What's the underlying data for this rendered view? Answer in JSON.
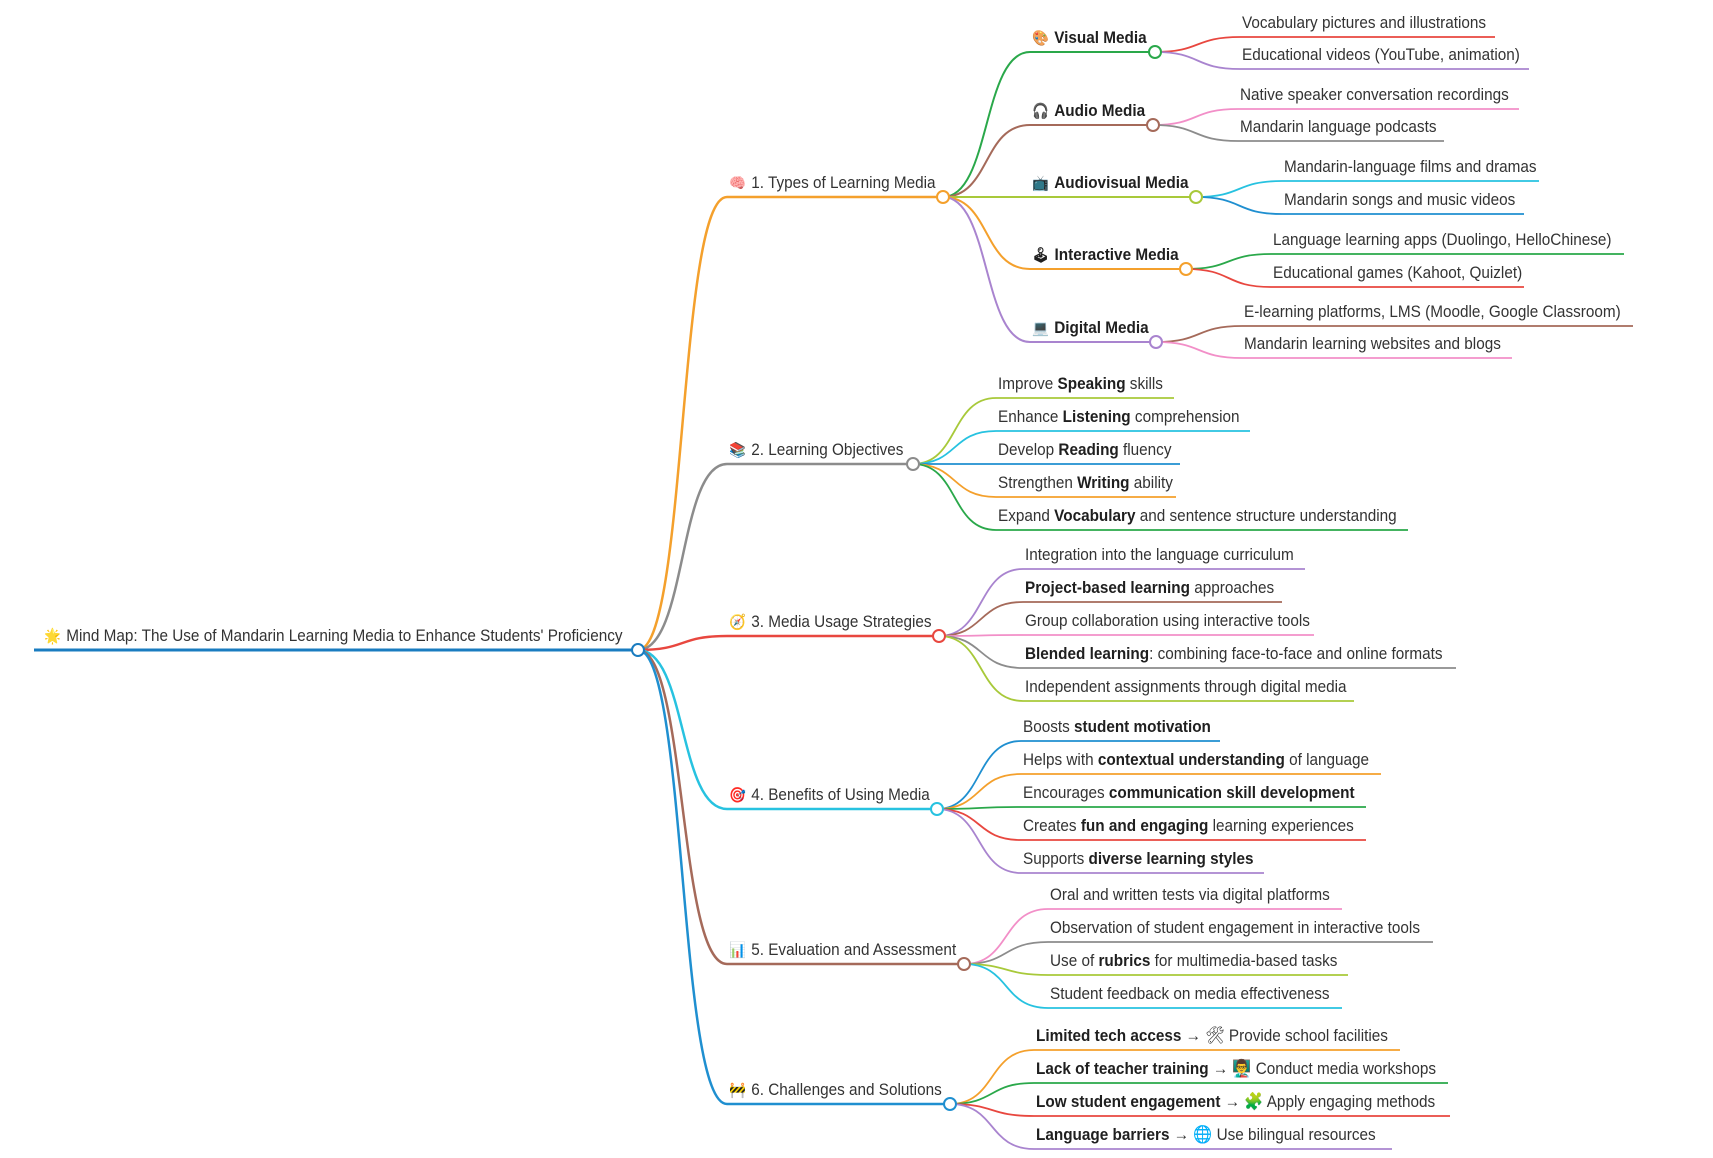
{
  "root": {
    "icon": "🌟",
    "label": "Mind Map: The Use of Mandarin Learning Media to Enhance Students' Proficiency"
  },
  "colors": {
    "root": "#1a7cc0",
    "types": "#f4a02c",
    "objectives": "#8c8c8c",
    "strategies": "#e8473f",
    "benefits": "#27c2e0",
    "evaluation": "#a56a5a",
    "challenges": "#1f8fd0",
    "green": "#2aa84a",
    "brown": "#a56a5a",
    "yellowgreen": "#a8c93a",
    "orange": "#f4a02c",
    "purple": "#a984cf",
    "pink": "#f28fc8",
    "red": "#e8473f",
    "cyan": "#27c2e0",
    "blue": "#1f8fd0",
    "gray": "#8c8c8c"
  },
  "branches": [
    {
      "icon": "🧠",
      "label": "1. Types of Learning Media",
      "children": [
        {
          "icon": "🎨",
          "label": "Visual Media",
          "items": [
            [
              {
                "t": "Vocabulary pictures and illustrations"
              }
            ],
            [
              {
                "t": "Educational videos (YouTube, animation)"
              }
            ]
          ]
        },
        {
          "icon": "🎧",
          "label": "Audio Media",
          "items": [
            [
              {
                "t": "Native speaker conversation recordings"
              }
            ],
            [
              {
                "t": "Mandarin language podcasts"
              }
            ]
          ]
        },
        {
          "icon": "📺",
          "label": "Audiovisual Media",
          "items": [
            [
              {
                "t": "Mandarin-language films and dramas"
              }
            ],
            [
              {
                "t": "Mandarin songs and music videos"
              }
            ]
          ]
        },
        {
          "icon": "🕹",
          "label": "Interactive Media",
          "items": [
            [
              {
                "t": "Language learning apps (Duolingo, HelloChinese)"
              }
            ],
            [
              {
                "t": "Educational games (Kahoot, Quizlet)"
              }
            ]
          ]
        },
        {
          "icon": "💻",
          "label": "Digital Media",
          "items": [
            [
              {
                "t": "E-learning platforms, LMS (Moodle, Google Classroom)"
              }
            ],
            [
              {
                "t": "Mandarin learning websites and blogs"
              }
            ]
          ]
        }
      ]
    },
    {
      "icon": "📚",
      "label": "2. Learning Objectives",
      "items": [
        [
          {
            "t": "Improve "
          },
          {
            "t": "Speaking",
            "b": true
          },
          {
            "t": " skills"
          }
        ],
        [
          {
            "t": "Enhance "
          },
          {
            "t": "Listening",
            "b": true
          },
          {
            "t": " comprehension"
          }
        ],
        [
          {
            "t": "Develop "
          },
          {
            "t": "Reading",
            "b": true
          },
          {
            "t": " fluency"
          }
        ],
        [
          {
            "t": "Strengthen "
          },
          {
            "t": "Writing",
            "b": true
          },
          {
            "t": " ability"
          }
        ],
        [
          {
            "t": "Expand "
          },
          {
            "t": "Vocabulary",
            "b": true
          },
          {
            "t": " and sentence structure understanding"
          }
        ]
      ]
    },
    {
      "icon": "🧭",
      "label": "3. Media Usage Strategies",
      "items": [
        [
          {
            "t": "Integration into the language curriculum"
          }
        ],
        [
          {
            "t": "Project-based learning",
            "b": true
          },
          {
            "t": " approaches"
          }
        ],
        [
          {
            "t": "Group collaboration using interactive tools"
          }
        ],
        [
          {
            "t": "Blended learning",
            "b": true
          },
          {
            "t": ": combining face-to-face and online formats"
          }
        ],
        [
          {
            "t": "Independent assignments through digital media"
          }
        ]
      ]
    },
    {
      "icon": "🎯",
      "label": "4. Benefits of Using Media",
      "items": [
        [
          {
            "t": "Boosts "
          },
          {
            "t": "student motivation",
            "b": true
          }
        ],
        [
          {
            "t": "Helps with "
          },
          {
            "t": "contextual understanding",
            "b": true
          },
          {
            "t": " of language"
          }
        ],
        [
          {
            "t": "Encourages "
          },
          {
            "t": "communication skill development",
            "b": true
          }
        ],
        [
          {
            "t": "Creates "
          },
          {
            "t": "fun and engaging",
            "b": true
          },
          {
            "t": " learning experiences"
          }
        ],
        [
          {
            "t": "Supports "
          },
          {
            "t": "diverse learning styles",
            "b": true
          }
        ]
      ]
    },
    {
      "icon": "📊",
      "label": "5. Evaluation and Assessment",
      "items": [
        [
          {
            "t": "Oral and written tests via digital platforms"
          }
        ],
        [
          {
            "t": "Observation of student engagement in interactive tools"
          }
        ],
        [
          {
            "t": "Use of "
          },
          {
            "t": "rubrics",
            "b": true
          },
          {
            "t": " for multimedia-based tasks"
          }
        ],
        [
          {
            "t": "Student feedback on media effectiveness"
          }
        ]
      ]
    },
    {
      "icon": "🚧",
      "label": "6. Challenges and Solutions",
      "items": [
        [
          {
            "t": "Limited tech access",
            "b": true
          },
          {
            "t": " → 🛠 Provide school facilities"
          }
        ],
        [
          {
            "t": "Lack of teacher training",
            "b": true
          },
          {
            "t": " → 👨‍🏫 Conduct media workshops"
          }
        ],
        [
          {
            "t": "Low student engagement",
            "b": true
          },
          {
            "t": " → 🧩 Apply engaging methods"
          }
        ],
        [
          {
            "t": "Language barriers",
            "b": true
          },
          {
            "t": " → 🌐 Use bilingual resources"
          }
        ]
      ]
    }
  ]
}
